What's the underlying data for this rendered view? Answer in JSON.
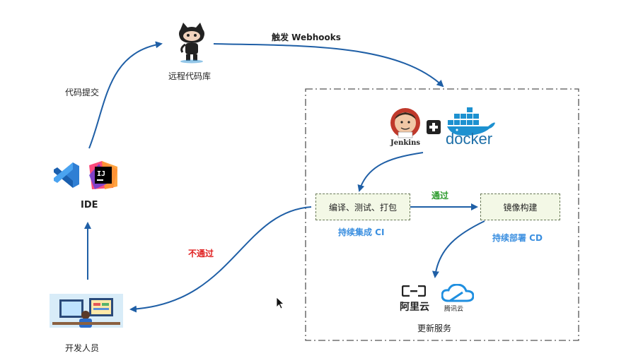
{
  "labels": {
    "repo": "远程代码库",
    "commit": "代码提交",
    "webhooks": "触发 Webhooks",
    "ide": "IDE",
    "developer": "开发人员",
    "fail": "不通过",
    "pass": "通过",
    "build_step": "编译、测试、打包",
    "image_step": "镜像构建",
    "ci": "持续集成 CI",
    "cd": "持续部署 CD",
    "deploy": "更新服务",
    "jenkins": "Jenkins",
    "docker": "docker",
    "aliyun": "阿里云",
    "tencent": "腾讯云",
    "intellij": "IJ"
  },
  "colors": {
    "arrow": "#1f5fa6",
    "fail_text": "#e02020",
    "pass_text": "#2a9a2a",
    "ci_text": "#3b8fe0",
    "docker_blue": "#1d91d0",
    "vscode_blue": "#2f7fd4"
  },
  "icons": [
    "github-octocat-icon",
    "vscode-icon",
    "intellij-icon",
    "jenkins-icon",
    "plus-icon",
    "docker-whale-icon",
    "aliyun-icon",
    "tencent-cloud-icon",
    "developer-illustration",
    "mouse-cursor-icon"
  ]
}
